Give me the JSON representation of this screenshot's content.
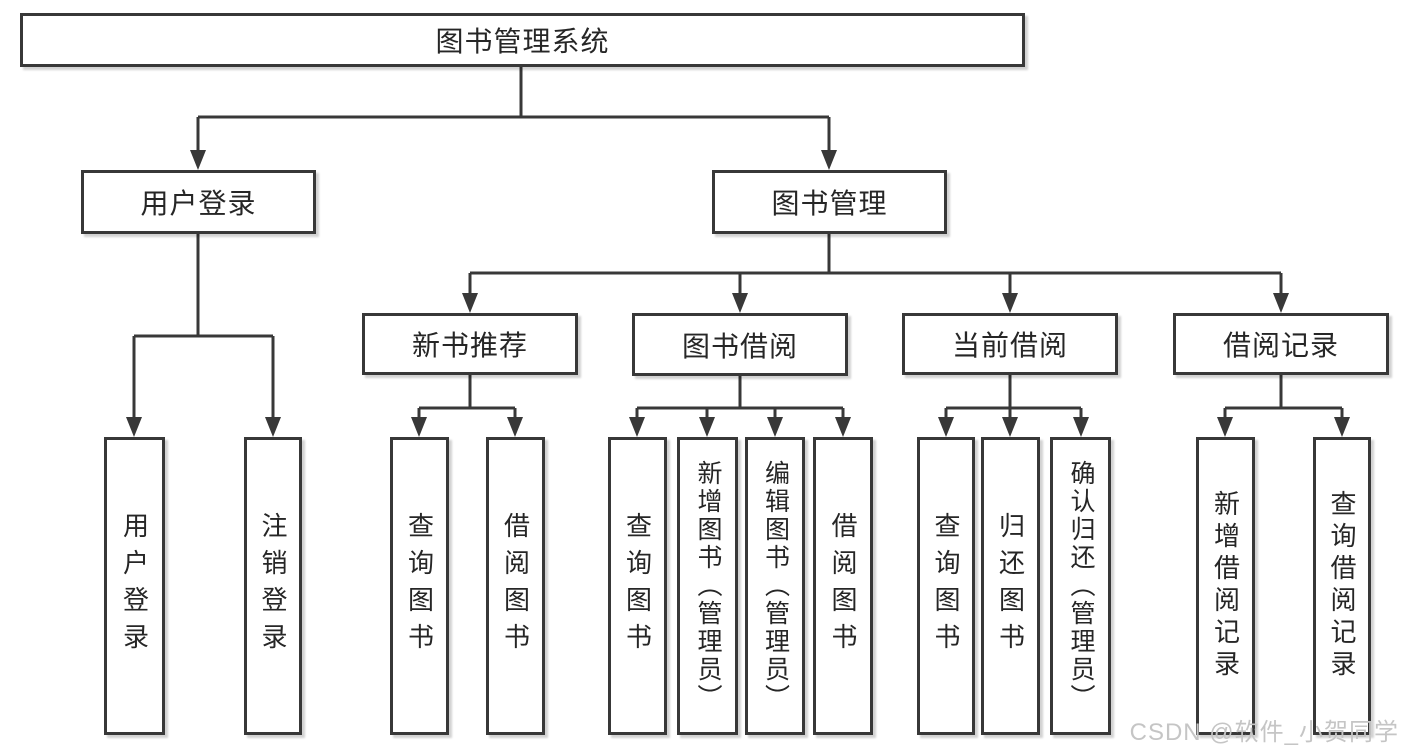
{
  "diagram_title": "图书管理系统",
  "tree": {
    "label": "图书管理系统",
    "children": [
      {
        "label": "用户登录",
        "children": [
          {
            "label": "用户登录"
          },
          {
            "label": "注销登录"
          }
        ]
      },
      {
        "label": "图书管理",
        "children": [
          {
            "label": "新书推荐",
            "children": [
              {
                "label": "查询图书"
              },
              {
                "label": "借阅图书"
              }
            ]
          },
          {
            "label": "图书借阅",
            "children": [
              {
                "label": "查询图书"
              },
              {
                "label": "新增图书（管理员）"
              },
              {
                "label": "编辑图书（管理员）"
              },
              {
                "label": "借阅图书"
              }
            ]
          },
          {
            "label": "当前借阅",
            "children": [
              {
                "label": "查询图书"
              },
              {
                "label": "归还图书"
              },
              {
                "label": "确认归还（管理员）"
              }
            ]
          },
          {
            "label": "借阅记录",
            "children": [
              {
                "label": "新增借阅记录"
              },
              {
                "label": "查询借阅记录"
              }
            ]
          }
        ]
      }
    ]
  },
  "watermark": "CSDN @软件_小贺同学",
  "colors": {
    "line": "#383838",
    "box_border": "#383838",
    "text": "#262626",
    "background": "#ffffff",
    "watermark": "#c5c5c5"
  }
}
